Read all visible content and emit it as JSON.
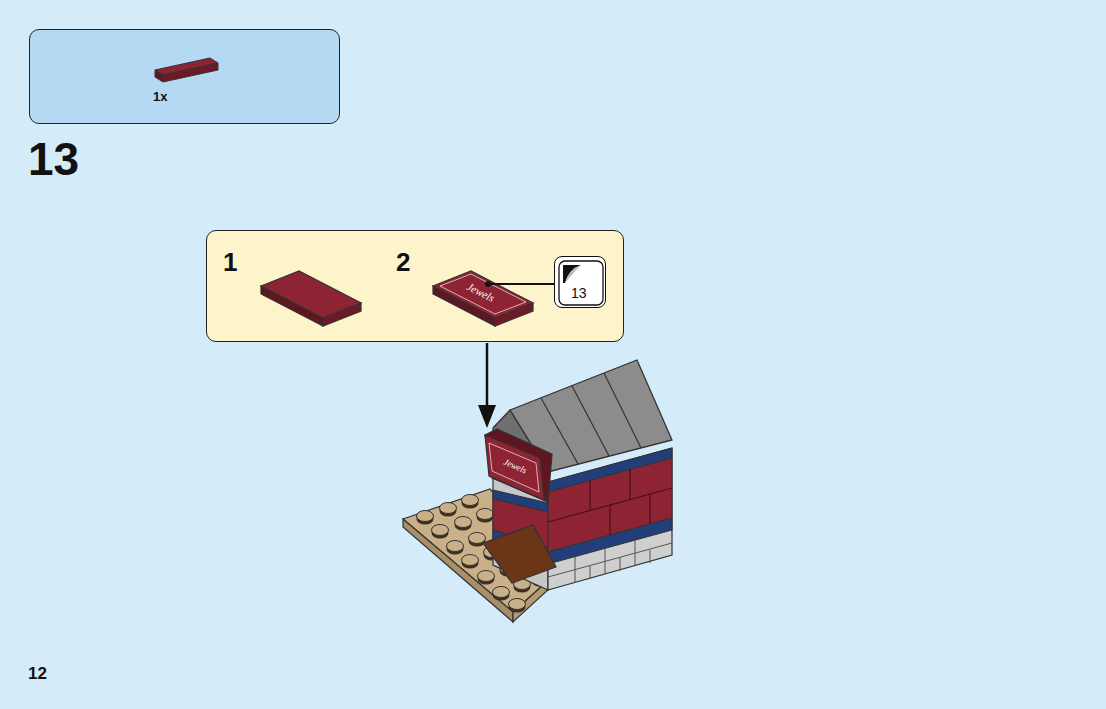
{
  "diagram": {
    "nodes": [
      {
        "text": [
          "1x"
        ]
      },
      {
        "text": [
          "1",
          "2"
        ]
      },
      {
        "text": [
          "13"
        ],
        "in": 1
      }
    ],
    "labels": [
      "13",
      "Jewels",
      "Jewels",
      "12"
    ]
  }
}
